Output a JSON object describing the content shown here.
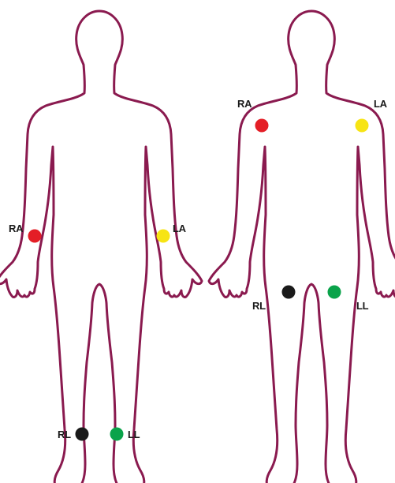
{
  "colors": {
    "outline": "#8a1a4f",
    "RA": "#e41e26",
    "LA": "#f7e414",
    "RL": "#1a1a1a",
    "LL": "#0aa34a"
  },
  "figure_limbs": {
    "figure_title": "",
    "electrodes": [
      {
        "label": "RA",
        "color": "#e41e26"
      },
      {
        "label": "LA",
        "color": "#f7e414"
      },
      {
        "label": "RL",
        "color": "#1a1a1a"
      },
      {
        "label": "LL",
        "color": "#0aa34a"
      }
    ]
  },
  "figure_torso": {
    "figure_title": "",
    "electrodes": [
      {
        "label": "RA",
        "color": "#e41e26"
      },
      {
        "label": "LA",
        "color": "#f7e414"
      },
      {
        "label": "RL",
        "color": "#1a1a1a"
      },
      {
        "label": "LL",
        "color": "#0aa34a"
      }
    ]
  }
}
